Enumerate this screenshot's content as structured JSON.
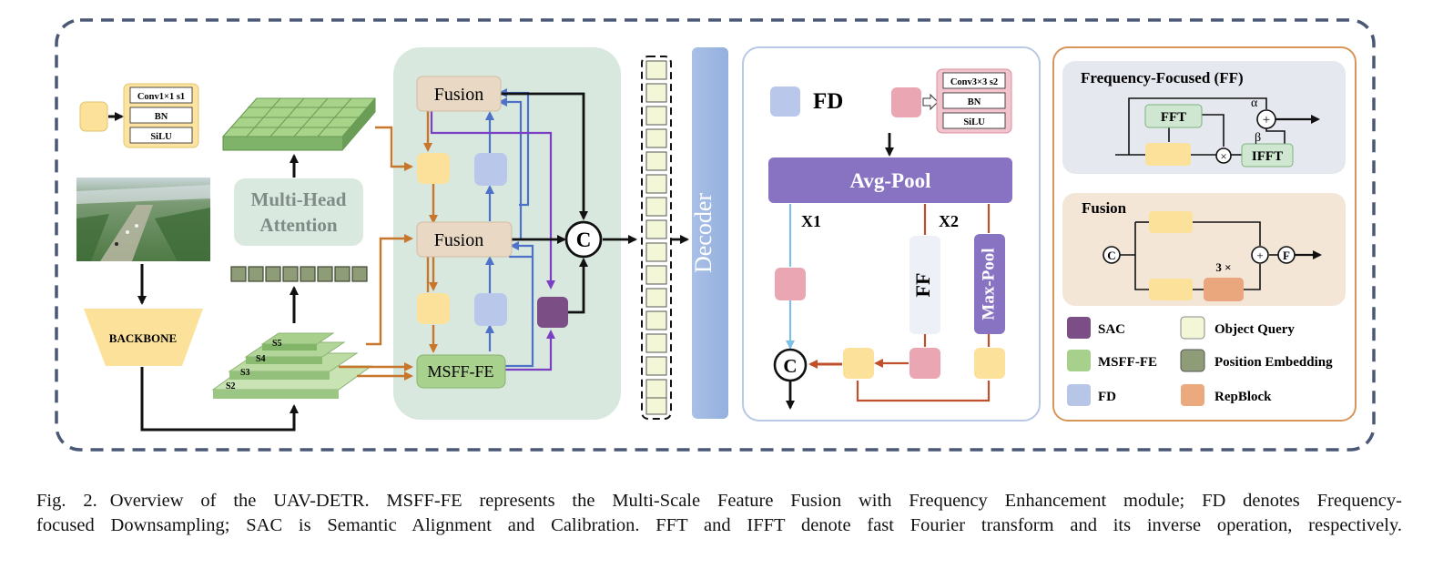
{
  "conv1": {
    "line1": "Conv1×1 s1",
    "line2": "BN",
    "line3": "SiLU"
  },
  "conv3": {
    "line1": "Conv3×3 s2",
    "line2": "BN",
    "line3": "SiLU"
  },
  "mha": {
    "line1": "Multi-Head",
    "line2": "Attention"
  },
  "backbone": "BACKBONE",
  "pyramid": {
    "s5": "S5",
    "s4": "S4",
    "s3": "S3",
    "s2": "S2"
  },
  "fusion_top": "Fusion",
  "fusion_mid": "Fusion",
  "msff": "MSFF-FE",
  "concat": "C",
  "decoder": "Decoder",
  "fd_panel": {
    "legend_label": "FD",
    "avgpool": "Avg-Pool",
    "x1": "X1",
    "x2": "X2",
    "ff": "FF",
    "maxpool": "Max-Pool"
  },
  "ff_panel": {
    "title": "Frequency-Focused (FF)",
    "fft": "FFT",
    "ifft": "IFFT",
    "alpha": "α",
    "beta": "β",
    "plus": "+",
    "times": "×"
  },
  "fusion_panel": {
    "title": "Fusion",
    "repeat": "3 ×",
    "c": "C",
    "plus": "+",
    "f": "F"
  },
  "legend": [
    {
      "label": "SAC",
      "color": "#7b4f86"
    },
    {
      "label": "Object Query",
      "color": "#f4f6d8"
    },
    {
      "label": "MSFF-FE",
      "color": "#a7d08c"
    },
    {
      "label": "Position Embedding",
      "color": "#8f9c78"
    },
    {
      "label": "FD",
      "color": "#b7c5e6"
    },
    {
      "label": "RepBlock",
      "color": "#eaaa7e"
    }
  ],
  "colors": {
    "yellow": "#fbe19a",
    "blue": "#b9c8ea",
    "pink": "#eaa6b3",
    "purple": "#8873c2",
    "green": "#a9d18e",
    "orange_arrow": "#c8762b",
    "blue_arrow": "#4f72c9",
    "violet_arrow": "#7a3fc2",
    "peach": "#e8d8c4"
  },
  "caption": {
    "label": "Fig. 2.",
    "line1": "Overview of the UAV-DETR. MSFF-FE represents the Multi-Scale Feature Fusion with Frequency Enhancement module; FD denotes Frequency-",
    "line2": "focused Downsampling; SAC is Semantic Alignment and Calibration. FFT and IFFT denote fast Fourier transform and its inverse operation, respectively."
  }
}
